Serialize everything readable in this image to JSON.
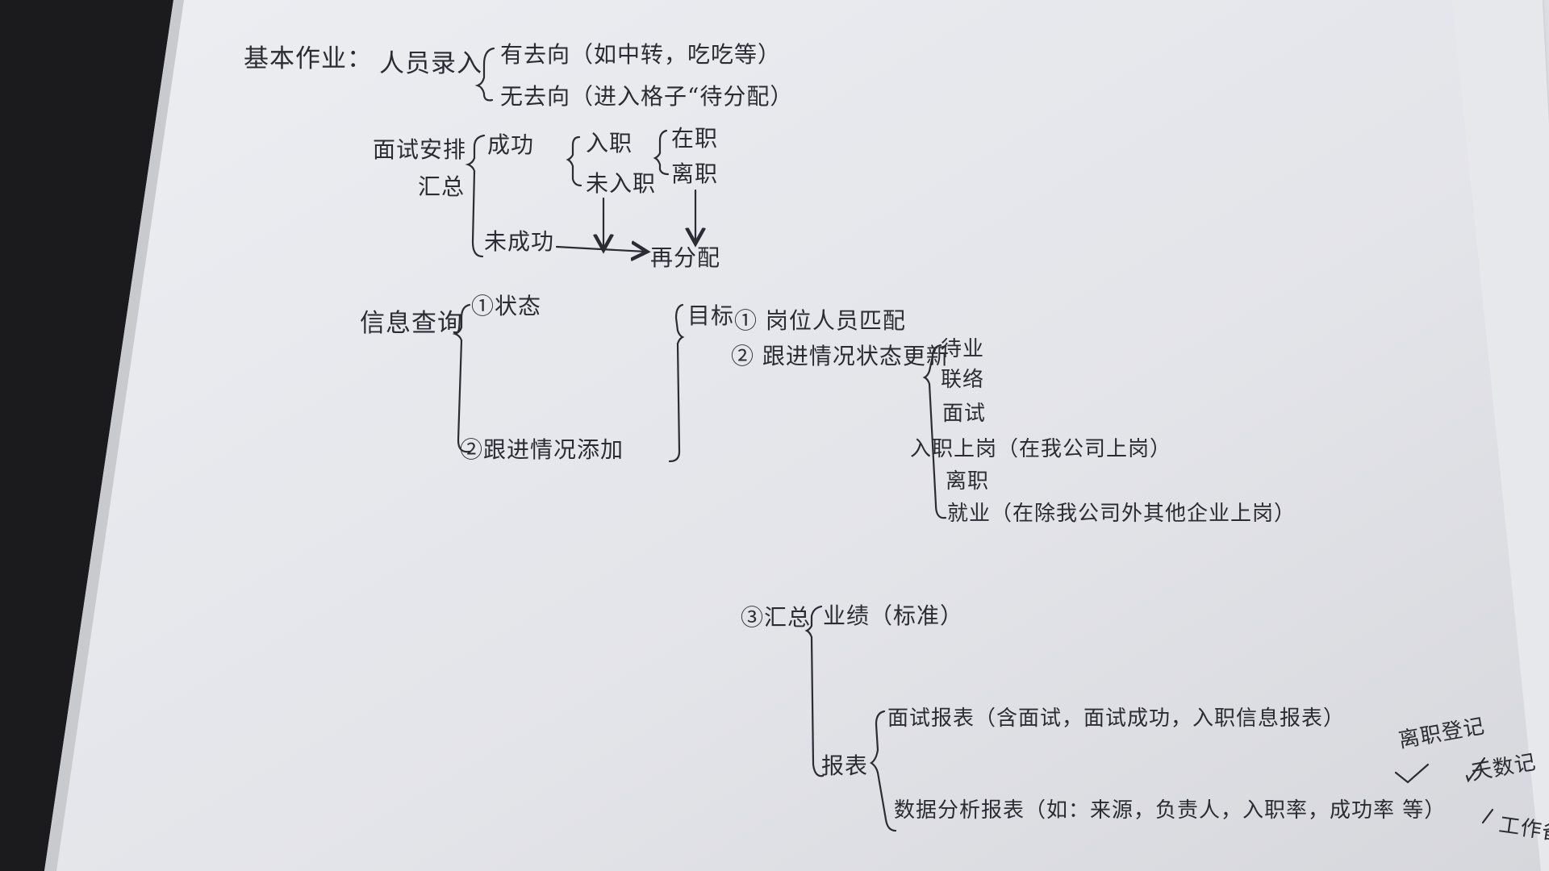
{
  "note": {
    "basic_work": {
      "label": "基本作业：",
      "entry": "人员录入",
      "options": [
        "有去向（如中转，吃吃等）",
        "无去向（进入格子“待分配）"
      ]
    },
    "interview": {
      "title_line1": "面试安排",
      "title_line2": "汇总",
      "success": "成功",
      "failure": "未成功",
      "onboard": "入职",
      "not_onboard": "未入职",
      "employed": "在职",
      "left": "离职",
      "reassign": "再分配"
    },
    "info_query": {
      "title": "信息查询",
      "item1": "①状态",
      "item2": "②跟进情况添加",
      "goal_label": "目标",
      "goal1": "① 岗位人员匹配",
      "goal2": "② 跟进情况状态更新",
      "statuses": [
        "待业",
        "联络",
        "面试",
        "入职上岗（在我公司上岗）",
        "离职",
        "就业（在除我公司外其他企业上岗）"
      ]
    },
    "summary": {
      "title": "③汇总",
      "performance": "业绩（标准）",
      "reports_label": "报表",
      "report1": "面试报表（含面试，面试成功，入职信息报表）",
      "report2": "数据分析报表（如：来源，负责人，入职率，成功率 等）"
    },
    "margin_notes": {
      "note1": "离职登记",
      "note2": "天数记",
      "note3": "工作备"
    }
  },
  "colors": {
    "ink": "#2b2c33",
    "paper": "#e6e7ec"
  }
}
